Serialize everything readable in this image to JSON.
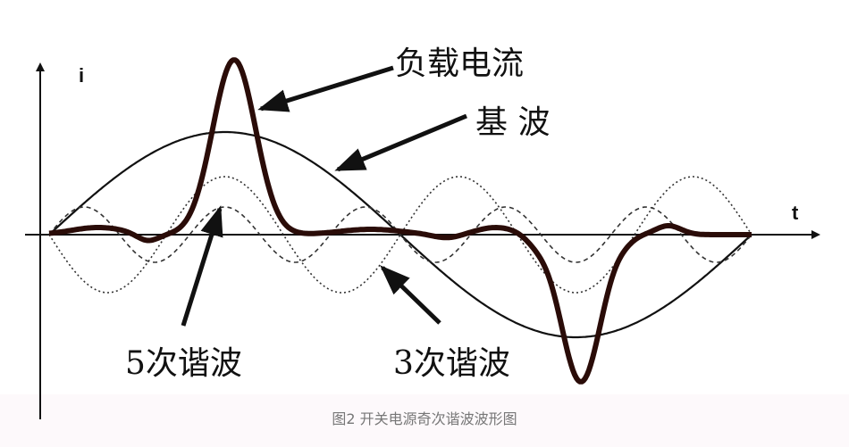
{
  "figure": {
    "axis_y_label": "i",
    "axis_x_label": "t",
    "labels": {
      "load_current": "负载电流",
      "fundamental": "基 波",
      "fifth_harmonic": "5次谐波",
      "third_harmonic": "3次谐波"
    },
    "caption": "图2  开关电源奇次谐波波形图"
  },
  "colors": {
    "load_current": "#2a0c08",
    "lines": "#111111",
    "caption": "#777777"
  }
}
